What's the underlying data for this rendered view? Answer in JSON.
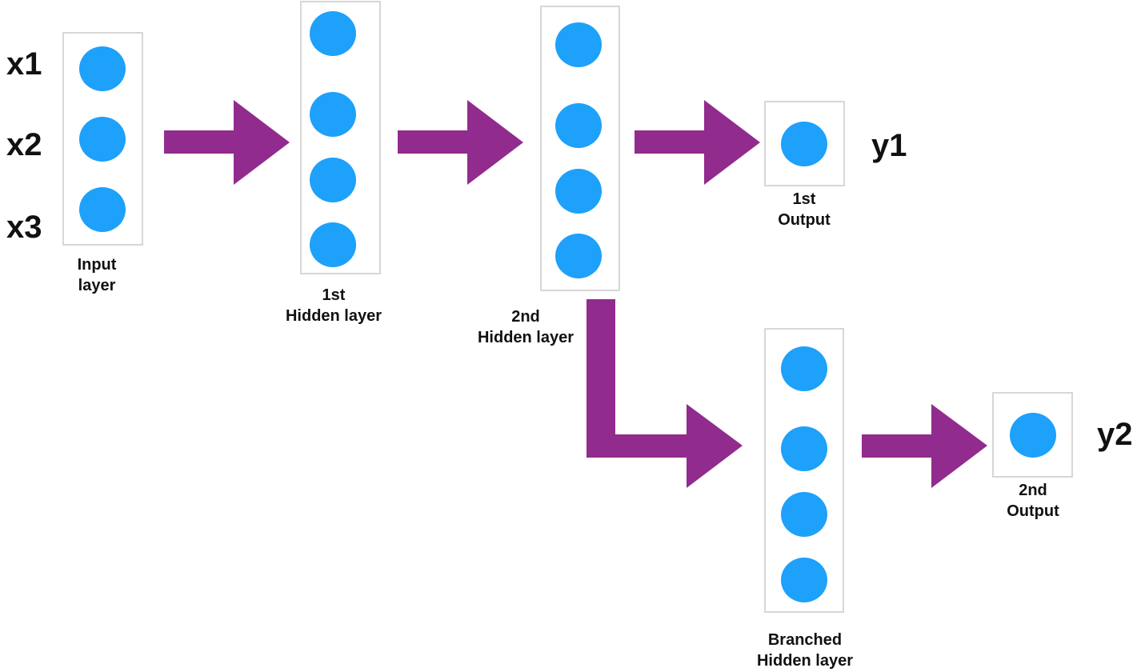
{
  "inputs": [
    "x1",
    "x2",
    "x3"
  ],
  "outputs": [
    "y1",
    "y2"
  ],
  "layers": {
    "input": {
      "line1": "Input",
      "line2": "layer",
      "neurons": 3
    },
    "hidden1": {
      "line1": "1st",
      "line2": "Hidden layer",
      "neurons": 4
    },
    "hidden2": {
      "line1": "2nd",
      "line2": "Hidden layer",
      "neurons": 4
    },
    "output1": {
      "line1": "1st",
      "line2": "Output",
      "neurons": 1
    },
    "branched": {
      "line1": "Branched",
      "line2": "Hidden layer",
      "neurons": 4
    },
    "output2": {
      "line1": "2nd",
      "line2": "Output",
      "neurons": 1
    }
  },
  "colors": {
    "neuron": "#1da1fb",
    "arrow": "#922b8e",
    "box_border": "#d7d7d7"
  }
}
